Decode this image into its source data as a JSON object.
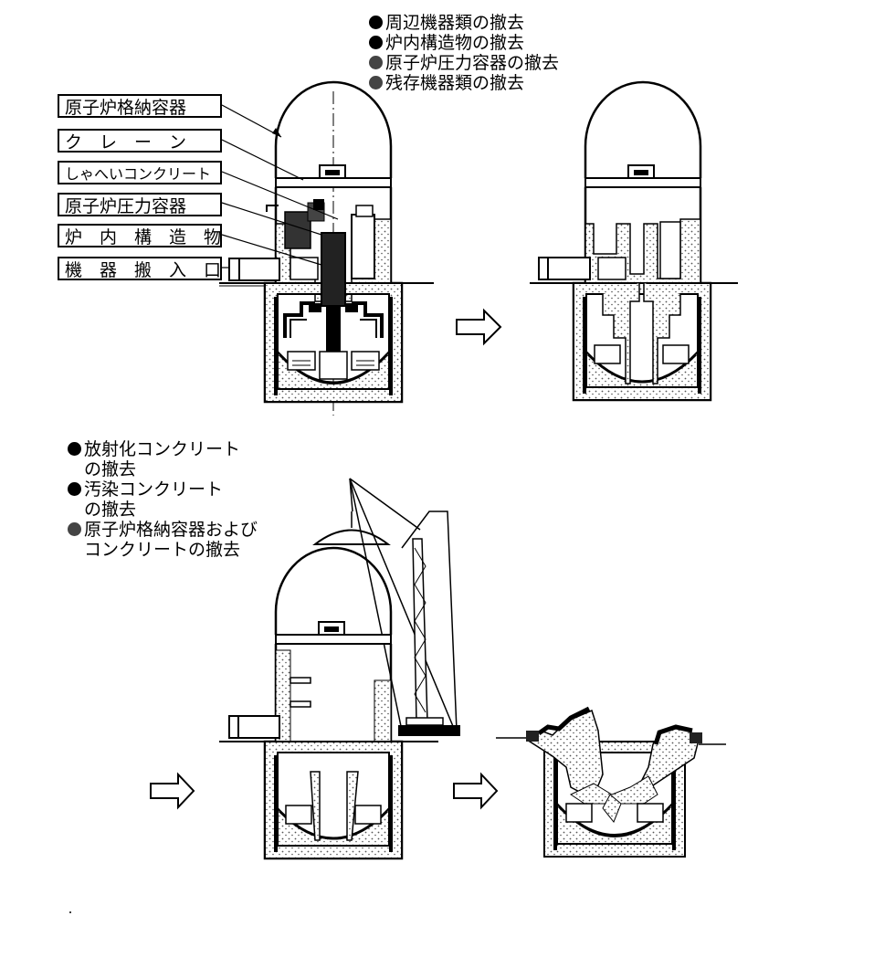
{
  "stage1_steps": [
    {
      "text": "周辺機器類の撤去",
      "bullet": "black"
    },
    {
      "text": "炉内構造物の撤去",
      "bullet": "black"
    },
    {
      "text": "原子炉圧力容器の撤去",
      "bullet": "gray"
    },
    {
      "text": "残存機器類の撤去",
      "bullet": "gray"
    }
  ],
  "component_labels": {
    "containment_vessel": "原子炉格納容器",
    "crane": "ク　レ　ー　ン",
    "shielding_concrete": "しゃへいコンクリート",
    "pressure_vessel": "原子炉圧力容器",
    "internals": "炉　内　構　造　物",
    "equipment_hatch": "機　器　搬　入　口"
  },
  "stage2_steps": [
    {
      "line1": "放射化コンクリート",
      "line2": "の撤去",
      "bullet": "black"
    },
    {
      "line1": "汚染コンクリート",
      "line2": "の撤去",
      "bullet": "black"
    },
    {
      "line1": "原子炉格納容器および",
      "line2": "コンクリートの撤去",
      "bullet": "gray"
    }
  ],
  "colors": {
    "line": "#000000",
    "concrete_dot": "#555555",
    "background": "#ffffff"
  }
}
